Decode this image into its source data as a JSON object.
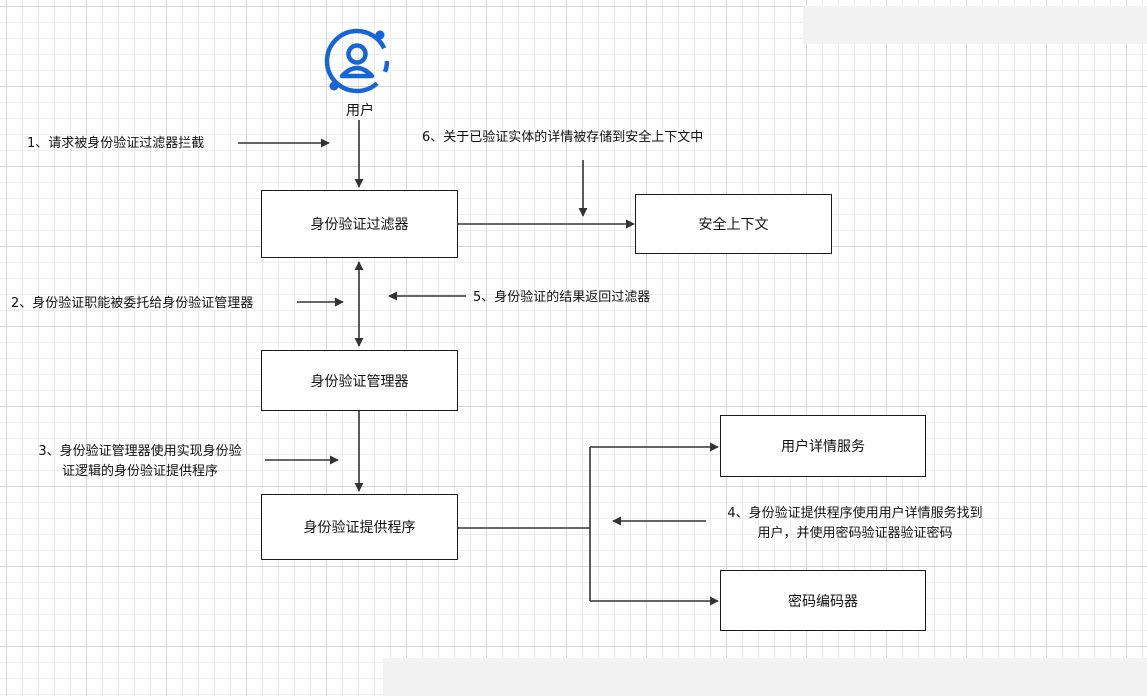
{
  "diagram": {
    "user": {
      "label": "用户",
      "icon": "user-icon",
      "icon_color": "#1565d8"
    },
    "nodes": {
      "auth_filter": "身份验证过滤器",
      "security_context": "安全上下文",
      "auth_manager": "身份验证管理器",
      "auth_provider": "身份验证提供程序",
      "user_details_service": "用户详情服务",
      "password_encoder": "密码编码器"
    },
    "steps": {
      "step1": "1、请求被身份验证过滤器拦截",
      "step2": "2、身份验证职能被委托给身份验证管理器",
      "step3_line1": "3、身份验证管理器使用实现身份验",
      "step3_line2": "证逻辑的身份验证提供程序",
      "step4_line1": "4、身份验证提供程序使用用户详情服务找到",
      "step4_line2": "用户，并使用密码验证器验证密码",
      "step5": "5、身份验证的结果返回过滤器",
      "step6": "6、关于已验证实体的详情被存储到安全上下文中"
    },
    "colors": {
      "line": "#333333",
      "box_border": "#1a1a1a"
    }
  }
}
